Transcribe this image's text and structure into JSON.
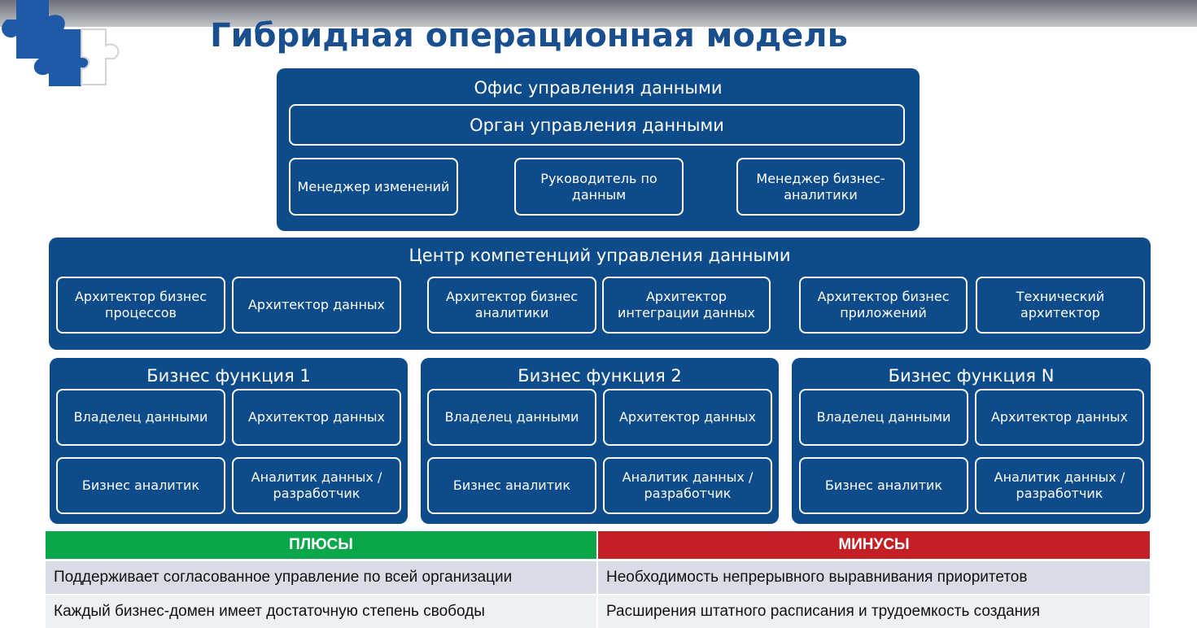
{
  "title": "Гибридная операционная модель",
  "office": {
    "title": "Офис управления данными",
    "body": "Орган управления данными",
    "roles": [
      "Менеджер изменений",
      "Руководитель по данным",
      "Менеджер бизнес-аналитики"
    ]
  },
  "center": {
    "title": "Центр компетенций управления данными",
    "roles": [
      "Архитектор бизнес процессов",
      "Архитектор данных",
      "Архитектор бизнес аналитики",
      "Архитектор интеграции данных",
      "Архитектор бизнес приложений",
      "Технический архитектор"
    ]
  },
  "functions": [
    {
      "title": "Бизнес функция 1",
      "roles": [
        "Владелец данными",
        "Архитектор данных",
        "Бизнес аналитик",
        "Аналитик данных / разработчик"
      ]
    },
    {
      "title": "Бизнес функция 2",
      "roles": [
        "Владелец данными",
        "Архитектор данных",
        "Бизнес аналитик",
        "Аналитик данных / разработчик"
      ]
    },
    {
      "title": "Бизнес функция N",
      "roles": [
        "Владелец данными",
        "Архитектор данных",
        "Бизнес аналитик",
        "Аналитик данных / разработчик"
      ]
    }
  ],
  "table": {
    "pros_header": "ПЛЮСЫ",
    "cons_header": "МИНУСЫ",
    "rows": [
      {
        "pro": "Поддерживает согласованное управление по всей организации",
        "con": "Необходимость непрерывного выравнивания приоритетов"
      },
      {
        "pro": "Каждый бизнес-домен имеет достаточную степень свободы",
        "con": "Расширения штатного расписания и трудоемкость создания"
      }
    ]
  },
  "colors": {
    "panel": "#0e4b8a",
    "pros": "#0aa64a",
    "cons": "#c31f24",
    "title": "#1a4f8f"
  }
}
